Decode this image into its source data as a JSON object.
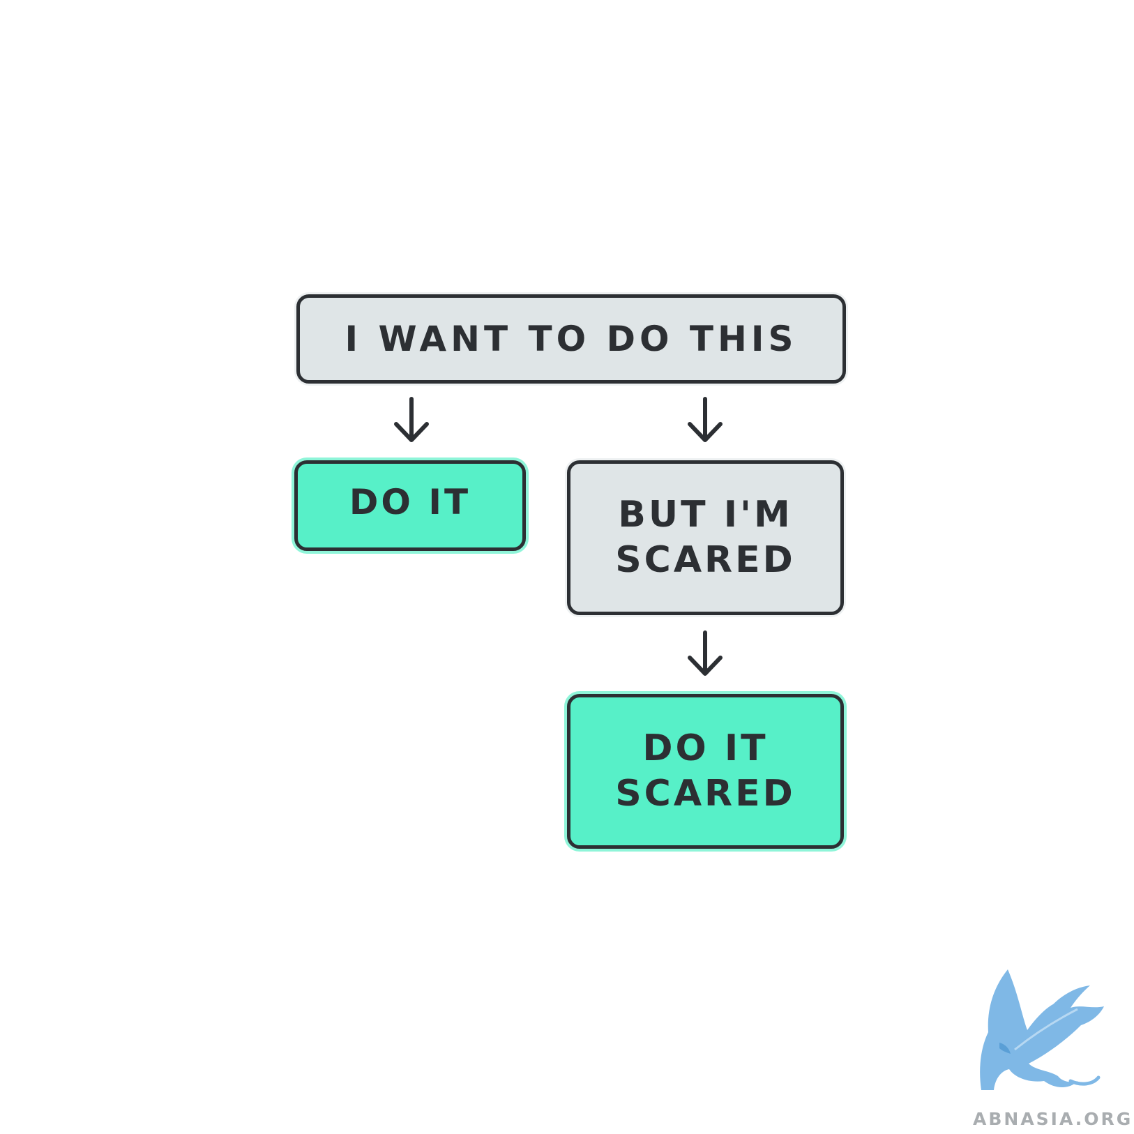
{
  "diagram": {
    "nodes": {
      "top": {
        "label": "I WANT TO DO THIS"
      },
      "do_it": {
        "label": "DO IT"
      },
      "but_scared": {
        "line1": "BUT I'M",
        "line2": "SCARED"
      },
      "do_it_scared": {
        "line1": "DO IT",
        "line2": "SCARED"
      }
    },
    "edges": [
      {
        "from": "top",
        "to": "do_it"
      },
      {
        "from": "top",
        "to": "but_scared"
      },
      {
        "from": "but_scared",
        "to": "do_it_scared"
      }
    ],
    "colors": {
      "gray_fill": "#dfe5e7",
      "green_fill": "#57f0c8",
      "stroke": "#2c2f33"
    }
  },
  "watermark": {
    "text": "ABNASIA.ORG",
    "logo_icon": "griffin-logo-icon",
    "color": "#7fb8e6"
  }
}
